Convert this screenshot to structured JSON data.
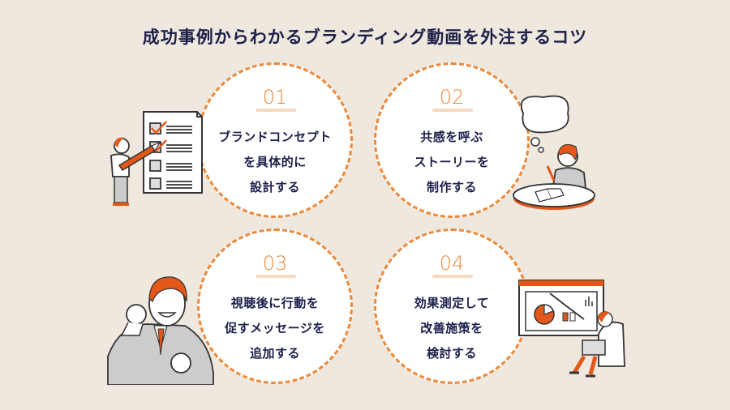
{
  "title": "成功事例からわかるブランディング動画を外注するコツ",
  "colors": {
    "background": "#efe8de",
    "accent": "#ec8a3c",
    "text": "#1c1f4a",
    "illustration_orange": "#e4571b"
  },
  "tips": [
    {
      "number": "01",
      "lines": [
        "ブランドコンセプト",
        "を具体的に",
        "設計する"
      ],
      "illustration": "person-checklist"
    },
    {
      "number": "02",
      "lines": [
        "共感を呼ぶ",
        "ストーリーを",
        "制作する"
      ],
      "illustration": "person-thinking-at-desk"
    },
    {
      "number": "03",
      "lines": [
        "視聴後に行動を",
        "促すメッセージを",
        "追加する"
      ],
      "illustration": "businessman-fist-pump"
    },
    {
      "number": "04",
      "lines": [
        "効果測定して",
        "改善施策を",
        "検討する"
      ],
      "illustration": "person-analytics-dashboard"
    }
  ]
}
